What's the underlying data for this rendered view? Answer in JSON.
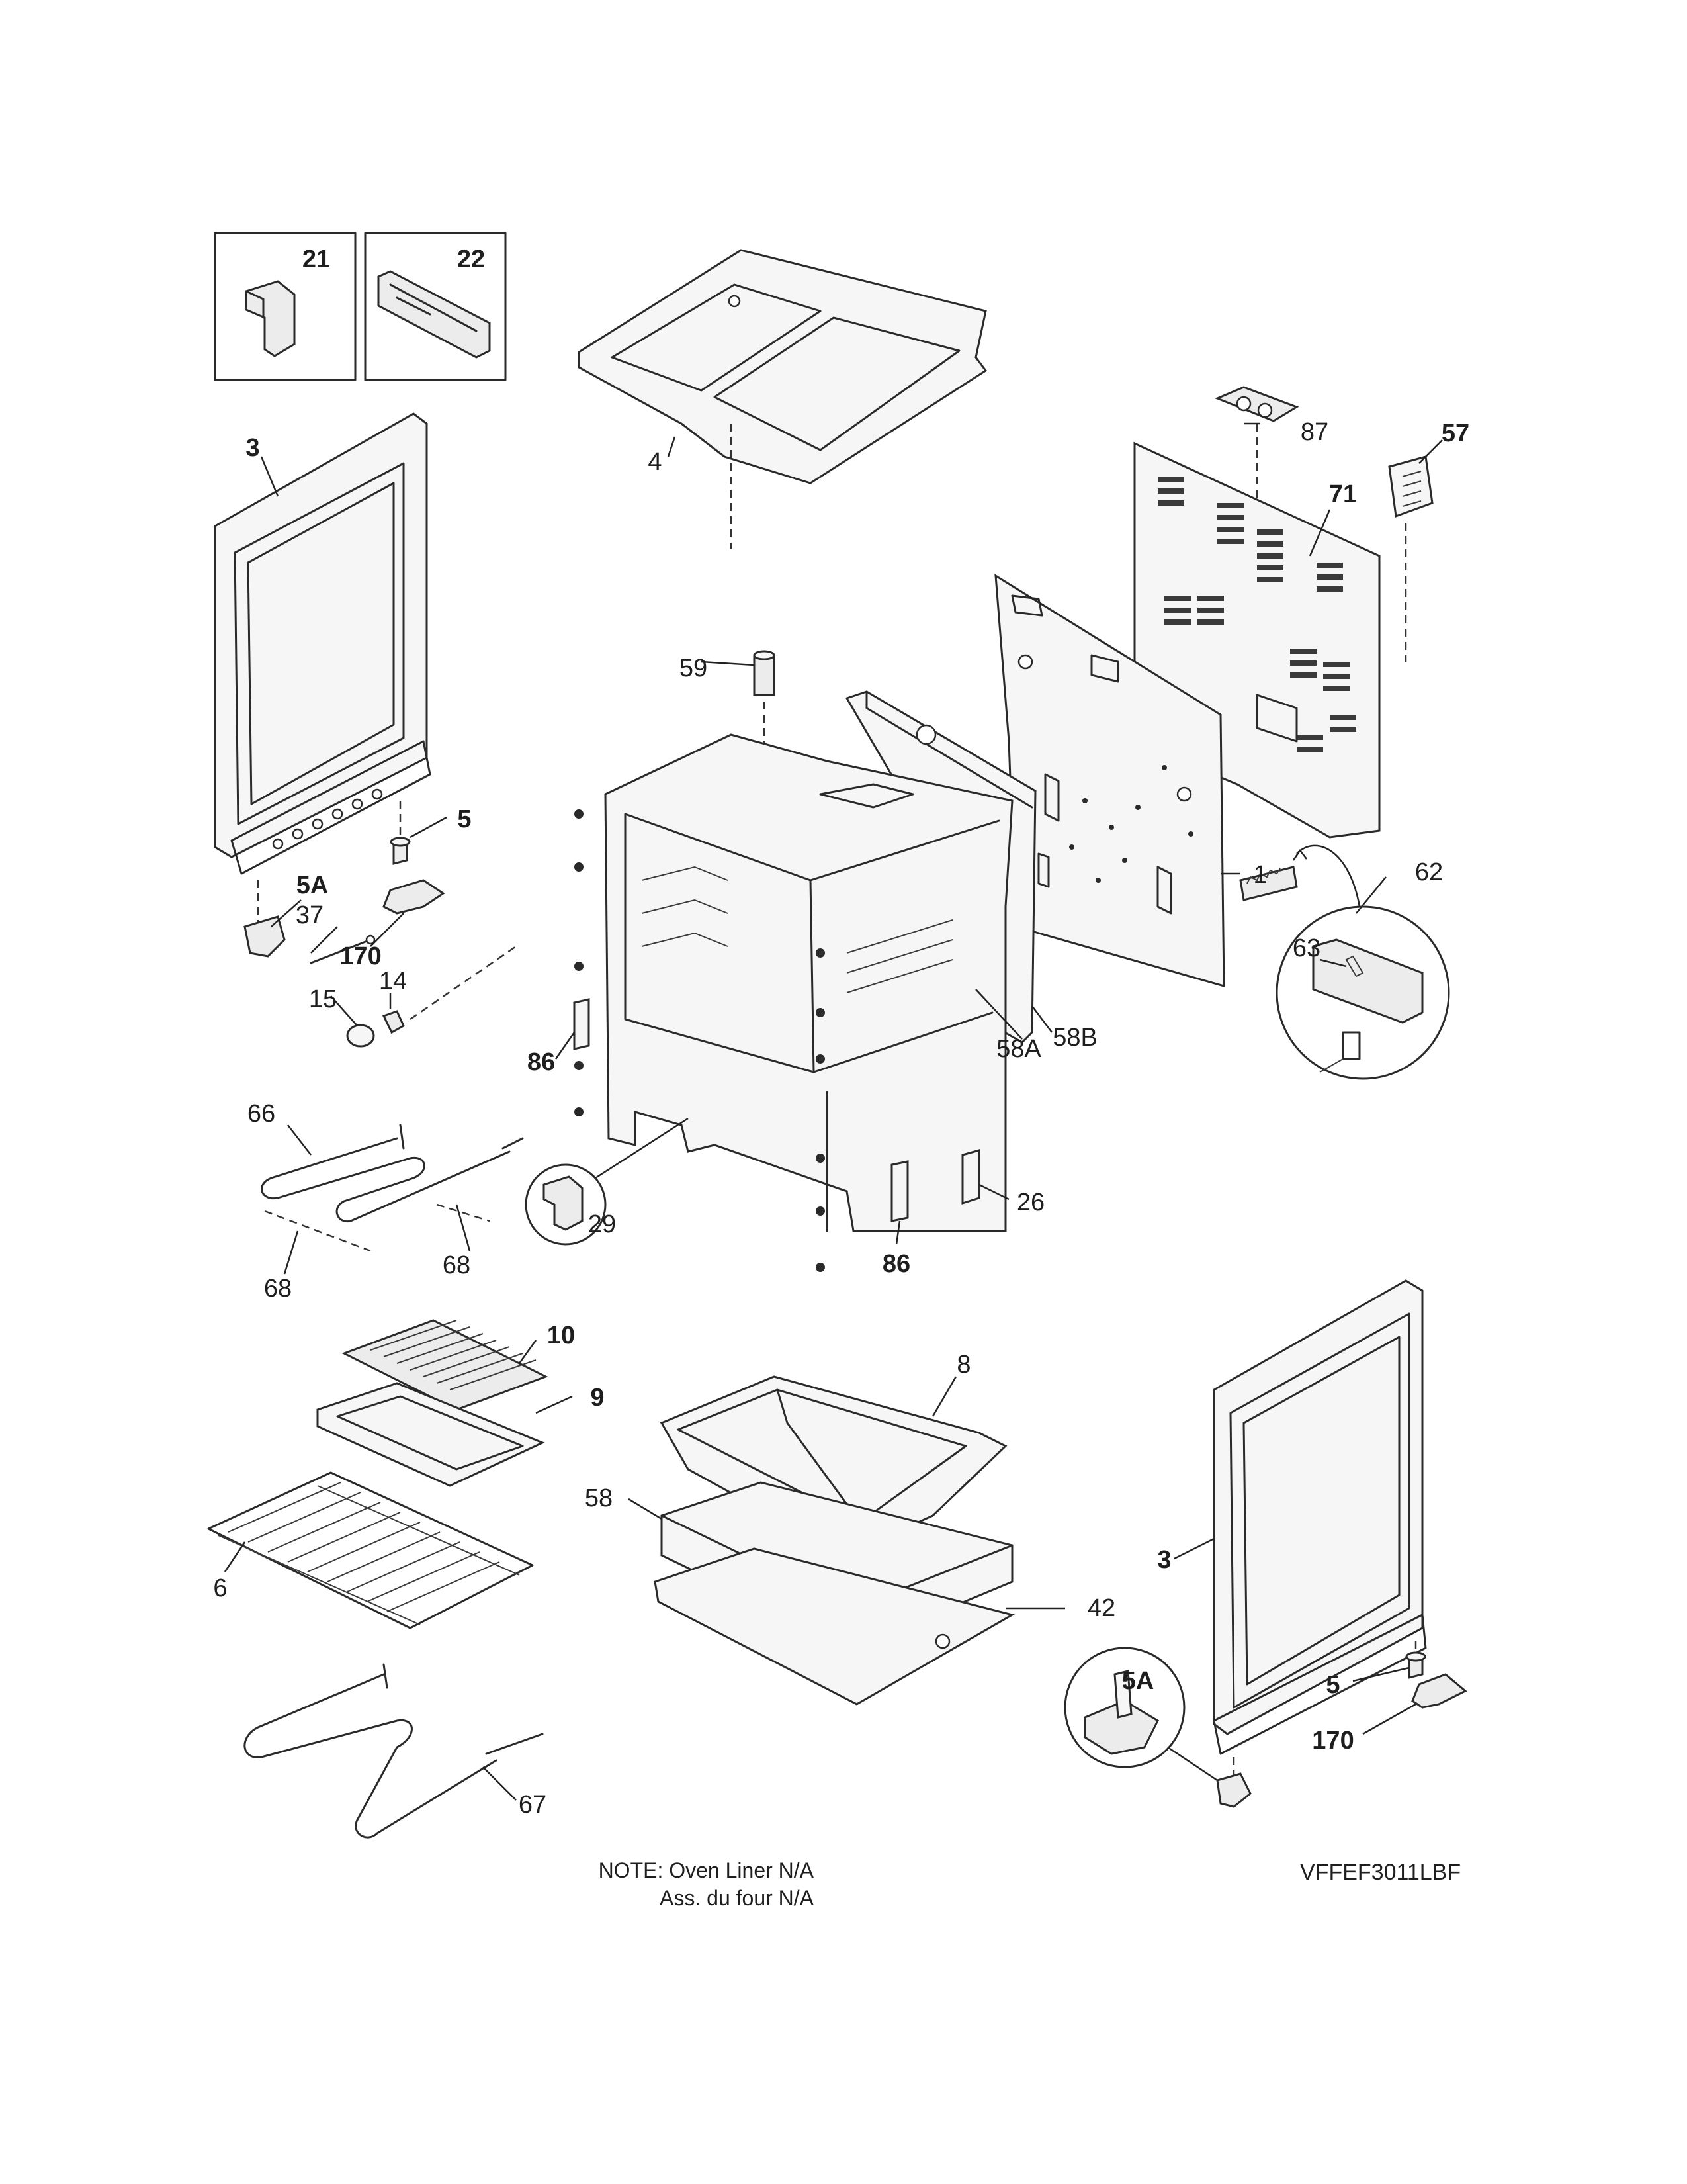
{
  "callouts": {
    "c21": "21",
    "c22": "22",
    "c3_left": "3",
    "c4": "4",
    "c87": "87",
    "c57": "57",
    "c71": "71",
    "c59": "59",
    "c5_left": "5",
    "c5A_left": "5A",
    "c37": "37",
    "c170_left": "170",
    "c15": "15",
    "c14": "14",
    "c1": "1",
    "c62": "62",
    "c63": "63",
    "c86_left": "86",
    "c58A": "58A",
    "c58B": "58B",
    "c66": "66",
    "c68_left": "68",
    "c68_right": "68",
    "c29": "29",
    "c26": "26",
    "c86_bottom": "86",
    "c10": "10",
    "c9": "9",
    "c8": "8",
    "c58": "58",
    "c42": "42",
    "c6": "6",
    "c3_right": "3",
    "c5_right": "5",
    "c5A_right": "5A",
    "c170_right": "170",
    "c67": "67"
  },
  "note": {
    "line1": "NOTE: Oven Liner N/A",
    "line2": "Ass. du four N/A"
  },
  "model_code": "VFFEF3011LBF"
}
